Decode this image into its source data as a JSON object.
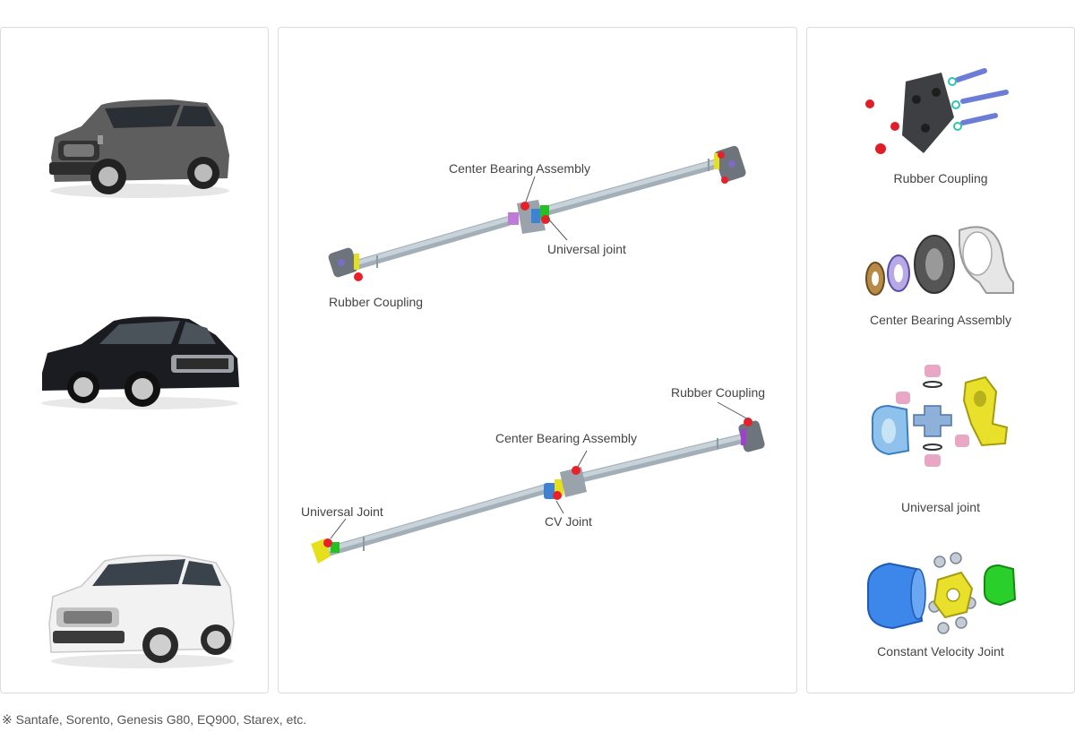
{
  "vehicles": [
    {
      "icon": "suv-dark-gray-icon",
      "body_color": "#5e5e5e"
    },
    {
      "icon": "sedan-black-icon",
      "body_color": "#1b1b22"
    },
    {
      "icon": "suv-white-icon",
      "body_color": "#f2f2f2"
    }
  ],
  "diagram": {
    "shaft1": {
      "center_bearing_label": "Center Bearing Assembly",
      "universal_joint_label": "Universal joint",
      "rubber_coupling_label": "Rubber Coupling"
    },
    "shaft2": {
      "rubber_coupling_label": "Rubber Coupling",
      "center_bearing_label": "Center Bearing Assembly",
      "universal_joint_label": "Universal Joint",
      "cv_joint_label": "CV Joint"
    }
  },
  "parts": [
    {
      "label": "Rubber Coupling",
      "icon": "rubber-coupling-icon"
    },
    {
      "label": "Center Bearing Assembly",
      "icon": "center-bearing-icon"
    },
    {
      "label": "Universal joint",
      "icon": "universal-joint-icon"
    },
    {
      "label": "Constant Velocity Joint",
      "icon": "cv-joint-icon"
    }
  ],
  "colors": {
    "shaft": "#b8c4cc",
    "marker": "#e8202a",
    "bearing_yellow": "#e6df1c",
    "joint_green": "#2bcf2b",
    "joint_blue": "#4f8fe6",
    "joint_purple": "#b462d8"
  },
  "footnote": "※ Santafe, Sorento, Genesis G80, EQ900, Starex, etc."
}
